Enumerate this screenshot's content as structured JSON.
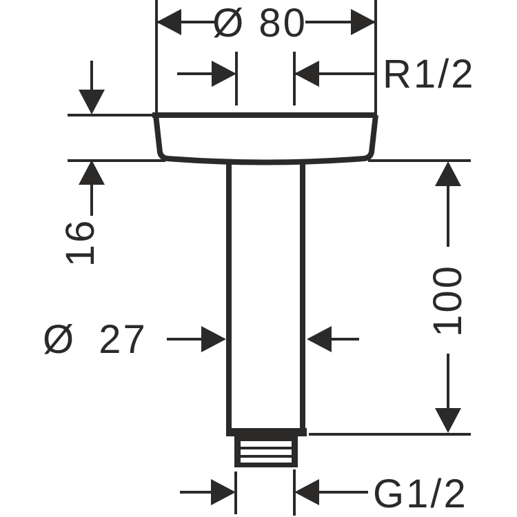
{
  "colors": {
    "ink": "#2b2a29",
    "background": "#ffffff"
  },
  "labels": {
    "flange_diameter": "Ø 80",
    "top_thread": "R1/2",
    "flange_height": "16",
    "pipe_diameter": "Ø 27",
    "pipe_length": "100",
    "bottom_thread": "G1/2"
  },
  "values": {
    "flange_diameter": 80,
    "flange_height": 16,
    "pipe_diameter": 27,
    "pipe_length": 100
  }
}
